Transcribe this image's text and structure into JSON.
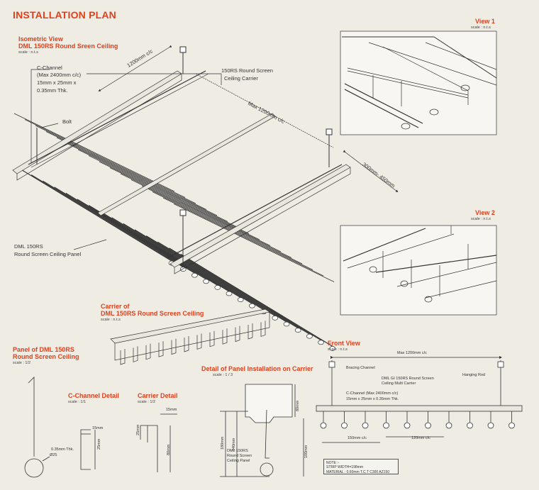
{
  "title": "INSTALLATION PLAN",
  "isometric": {
    "title1": "Isometric View",
    "title2": "DML 150RS  Round Sreen Ceiling",
    "scale": "scale : n.t.s",
    "c_channel": [
      "C-Channel",
      "(Max 2400mm c/c)",
      "15mm x 25mm x",
      "0.35mm Thk."
    ],
    "bolt": "Bolt",
    "carrier": [
      "150RS Round Screen",
      "Ceiling Carrier"
    ],
    "dim_1200_a": "1200mm c/c",
    "dim_1200_b": "Max 1200mm c/c",
    "dim_300": "300mm- 450mm",
    "panel": [
      "DML 150RS",
      "Round Screen Ceiling Panel"
    ]
  },
  "view1": {
    "title": "View 1",
    "scale": "scale : n.t.s"
  },
  "view2": {
    "title": "View 2",
    "scale": "scale : n.t.s"
  },
  "carrier_of": {
    "title1": "Carrier of",
    "title2": "DML 150RS Round Screen Ceiling",
    "scale": "scale : n.t.s"
  },
  "panel_of": {
    "title1": "Panel of  DML 150RS",
    "title2": "Round Screen Ceiling",
    "scale": "scale : 1/2",
    "dia": "Ø25"
  },
  "c_channel_detail": {
    "title": "C-Channel Detail",
    "scale": "scale : 1/1",
    "d15": "15mm",
    "d25": "25mm",
    "thk": "0.35mm Thk."
  },
  "carrier_detail": {
    "title": "Carrier Detail",
    "scale": "scale : 1/2",
    "d15": "15mm",
    "d25": "25mm",
    "d80": "80mm"
  },
  "panel_install": {
    "title": "Detail of Panel Installation on Carrier",
    "scale": "scale : 1 / 3",
    "d180": "180mm",
    "d140": "140mm",
    "d80": "80mm",
    "d100": "100mm",
    "panel": [
      "DML 150RS",
      "Round Screen",
      "Ceiling Panel"
    ]
  },
  "front_view": {
    "title": "Front View",
    "scale": "scale : n.t.s",
    "max1200": "Max 1200mm c/c",
    "bracing": "Bracing Channel",
    "multi_carrier": [
      "DML GI 150RS Round Screen",
      "Ceiling Multi Carrier"
    ],
    "hanging_rod": "Hanging Rod",
    "c_channel": [
      "C-Channel (Max 2400mm c/c)",
      "15mm x 25mm x 0.35mm Thk."
    ],
    "d150": "150mm c/c",
    "d120": "120mm c/c"
  },
  "note": {
    "title": "NOTE :-",
    "line1": "STRIP WIDTH=198mm",
    "line2": "MATERIAL : 0.60mm T.C.T C300 AZ150"
  }
}
